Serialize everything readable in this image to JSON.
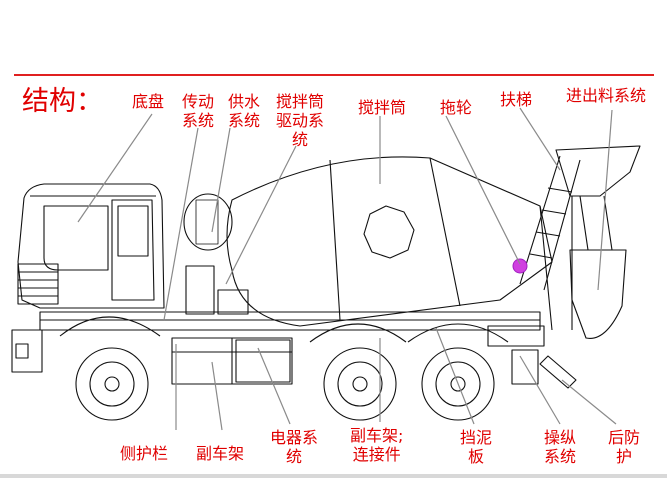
{
  "diagram": {
    "title": "结构：",
    "accent_color": "#e00000",
    "line_color": "#111111",
    "pointer_color": "#8a8a8a",
    "labels": {
      "chassis": "底盘",
      "transmission": "传动\n系统",
      "water_supply": "供水\n系统",
      "drum_drive": "搅拌筒\n驱动系\n统",
      "drum": "搅拌筒",
      "roller": "拖轮",
      "ladder": "扶梯",
      "feed_discharge": "进出料系统",
      "side_guard": "侧护栏",
      "subframe": "副车架",
      "electrical": "电器系\n统",
      "subframe_connector": "副车架;\n连接件",
      "mudguard": "挡泥\n板",
      "control": "操纵\n系统",
      "rear_guard": "后防\n护"
    }
  }
}
